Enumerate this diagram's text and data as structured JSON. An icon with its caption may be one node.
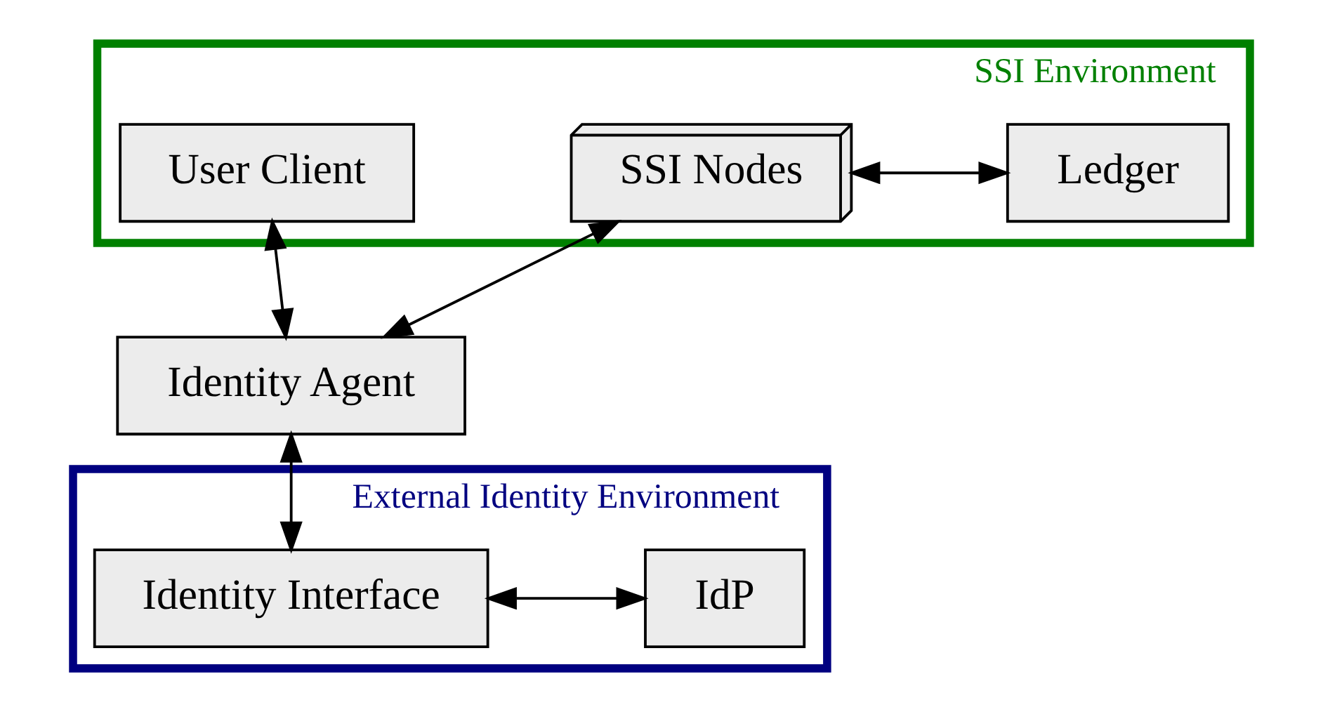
{
  "diagram": {
    "nodes": [
      {
        "text": [
          "SSI Environment"
        ]
      },
      {
        "text": [
          "SSI Nodes"
        ],
        "in": 0
      },
      {
        "text": [
          "Ledger"
        ],
        "in": 0
      },
      {
        "text": [
          "User Client"
        ],
        "in": 0
      },
      {
        "text": [
          "Identity Agent"
        ]
      },
      {
        "text": [
          "External Identity Environment"
        ]
      },
      {
        "text": [
          "Identity Interface"
        ],
        "in": 5
      },
      {
        "text": [
          "IdP"
        ],
        "in": 5
      }
    ],
    "edges": [
      {
        "from": 1,
        "to": 2,
        "arrow": "both"
      },
      {
        "from": 1,
        "to": 4,
        "arrow": "both"
      },
      {
        "from": 3,
        "to": 4,
        "arrow": "both"
      },
      {
        "from": 4,
        "to": 6,
        "arrow": "both"
      },
      {
        "from": 6,
        "to": 7,
        "arrow": "both"
      }
    ]
  }
}
